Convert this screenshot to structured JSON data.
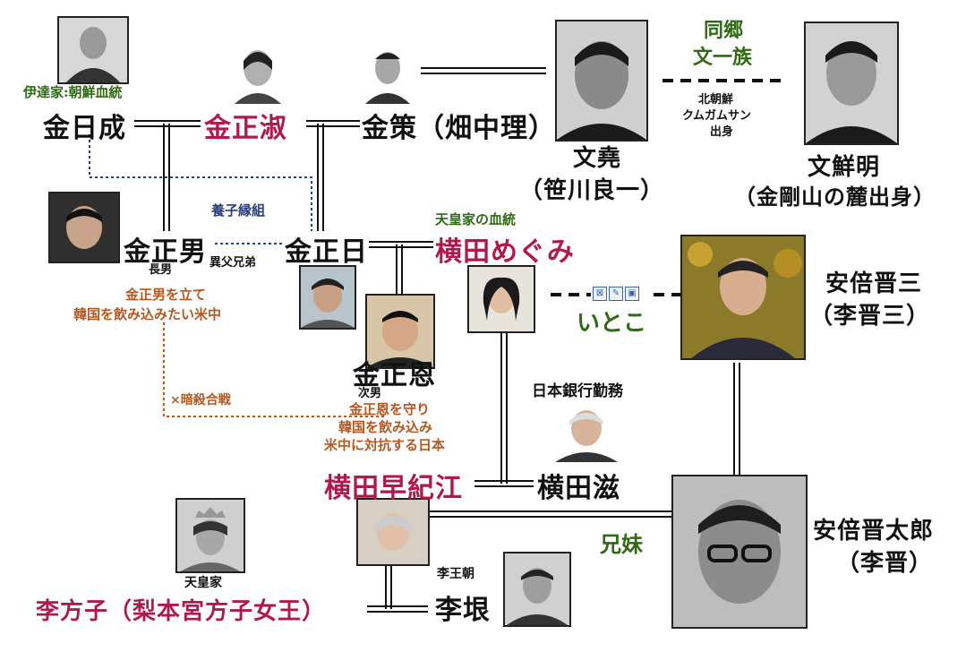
{
  "people": {
    "kim_il_sung": {
      "name": "金日成",
      "note": "伊達家:朝鮮血統"
    },
    "kim_jong_suk": {
      "name": "金正淑"
    },
    "kim_saku": {
      "name": "金策",
      "alias": "（畑中理）"
    },
    "mun_gyo": {
      "name": "文堯",
      "alias": "（笹川良一）"
    },
    "moon_sun_myung": {
      "name": "文鮮明",
      "alias": "（金剛山の麓出身）"
    },
    "kim_jong_nam": {
      "name": "金正男",
      "rank": "長男",
      "note_line1": "金正男を立て",
      "note_line2": "韓国を飲み込みたい米中"
    },
    "kim_jong_il": {
      "name": "金正日"
    },
    "yokota_megumi": {
      "name": "横田めぐみ",
      "note": "天皇家の血統"
    },
    "kim_jong_un": {
      "name": "金正恩",
      "rank": "次男",
      "note_line1": "金正恩を守り",
      "note_line2": "韓国を飲み込み",
      "note_line3": "米中に対抗する日本"
    },
    "abe_shinzo": {
      "name": "安倍晋三",
      "alias": "（李晋三）"
    },
    "yokota_shigeru": {
      "name": "横田滋",
      "note": "日本銀行勤務"
    },
    "yokota_sakie": {
      "name": "横田早紀江"
    },
    "abe_shintaro": {
      "name": "安倍晋太郎",
      "alias": "（李晋）"
    },
    "yi_bangja": {
      "name": "李方子（梨本宮方子女王）",
      "note": "天皇家"
    },
    "yi_eun": {
      "name": "李垠",
      "note": "李王朝"
    }
  },
  "relations": {
    "same_village_line1": "同郷",
    "same_village_line2": "文一族",
    "north_korea_line1": "北朝鮮",
    "north_korea_line2": "クムガムサン",
    "north_korea_line3": "出身",
    "adoption": "養子縁組",
    "half_brothers": "異父兄弟",
    "assassination": "×暗殺合戦",
    "cousin": "いとこ",
    "siblings": "兄妹"
  },
  "colors": {
    "name_dark": "#111111",
    "name_red": "#b0194f",
    "green": "#2e6b12",
    "orange": "#b5571f"
  }
}
